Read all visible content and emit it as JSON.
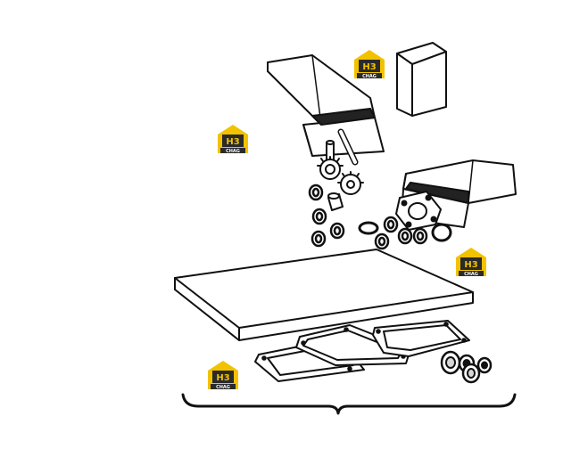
{
  "logos": [
    {
      "id": "logo-1",
      "text": "H3",
      "subtext": "CHAG"
    },
    {
      "id": "logo-2",
      "text": "H3",
      "subtext": "CHAG"
    },
    {
      "id": "logo-3",
      "text": "H3",
      "subtext": "CHAG"
    },
    {
      "id": "logo-4",
      "text": "H3",
      "subtext": "CHAG"
    }
  ],
  "colors": {
    "ink": "#111111",
    "logo_yellow": "#f2c200",
    "logo_dark": "#2a2a2a",
    "paper": "#ffffff",
    "shade": "#d8d8d8"
  },
  "icons": [
    "box-icon",
    "gear-icon",
    "o-ring-icon",
    "gasket-icon",
    "bearing-icon",
    "brace-icon"
  ]
}
